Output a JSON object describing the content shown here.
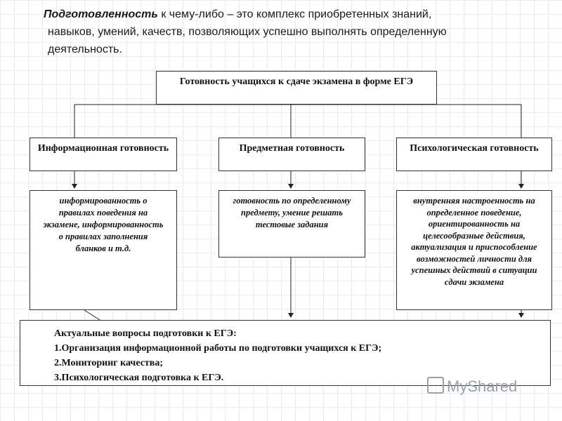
{
  "intro": {
    "term": "Подготовленность",
    "line1_rest": " к чему-либо – это комплекс приобретенных знаний,",
    "line2": "навыков, умений, качеств, позволяющих успешно выполнять определенную",
    "line3": "деятельность."
  },
  "diagram": {
    "title": "Готовность учащихся к сдаче экзамена в форме ЕГЭ",
    "categories": [
      {
        "label": "Информационная готовность",
        "description": "информированность о правилах поведения на экзамене, информированность о правилах заполнения бланков и т.д."
      },
      {
        "label": "Предметная готовность",
        "description": "готовность по определенному предмету, умение решать тестовые задания"
      },
      {
        "label": "Психологическая готовность",
        "description": "внутренняя настроенность на определенное поведение, ориентированность на целесообразные действия, актуализация и приспособление возможностей личности для успешных действий в ситуации сдачи экзамена"
      }
    ]
  },
  "summary": {
    "heading": "Актуальные вопросы подготовки к ЕГЭ:",
    "items": [
      "1.Организация информационной работы по подготовки учащихся к ЕГЭ;",
      "2.Мониторинг качества;",
      "3.Психологическая подготовка к ЕГЭ."
    ]
  },
  "watermark": "MyShared",
  "colors": {
    "line": "#222222",
    "grid": "#e4ecf4"
  }
}
